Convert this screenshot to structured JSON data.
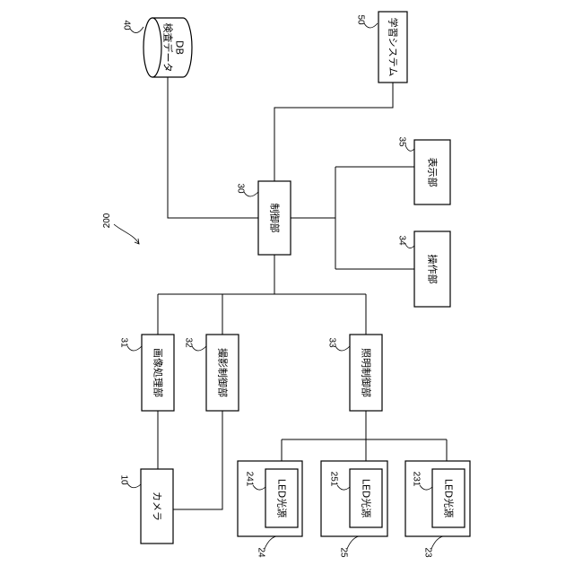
{
  "figure_number": "200",
  "blocks": {
    "inspection_db": {
      "ref": "40",
      "line1": "検査データ",
      "line2": "DB"
    },
    "learning_system": {
      "ref": "50",
      "label": "学習システム"
    },
    "display_unit": {
      "ref": "35",
      "label": "表示部"
    },
    "control_unit": {
      "ref": "30",
      "label": "制御部"
    },
    "operation_unit": {
      "ref": "34",
      "label": "操作部"
    },
    "image_processing_unit": {
      "ref": "31",
      "label": "画像処理部"
    },
    "imaging_control_unit": {
      "ref": "32",
      "label": "撮影制御部"
    },
    "lighting_control_unit": {
      "ref": "33",
      "label": "照明制御部"
    },
    "camera": {
      "ref": "10",
      "label": "カメラ"
    },
    "light_unit_24": {
      "ref": "24",
      "source_ref": "241",
      "source_label": "LED光源"
    },
    "light_unit_25": {
      "ref": "25",
      "source_ref": "251",
      "source_label": "LED光源"
    },
    "light_unit_23": {
      "ref": "23",
      "source_ref": "231",
      "source_label": "LED光源"
    }
  }
}
